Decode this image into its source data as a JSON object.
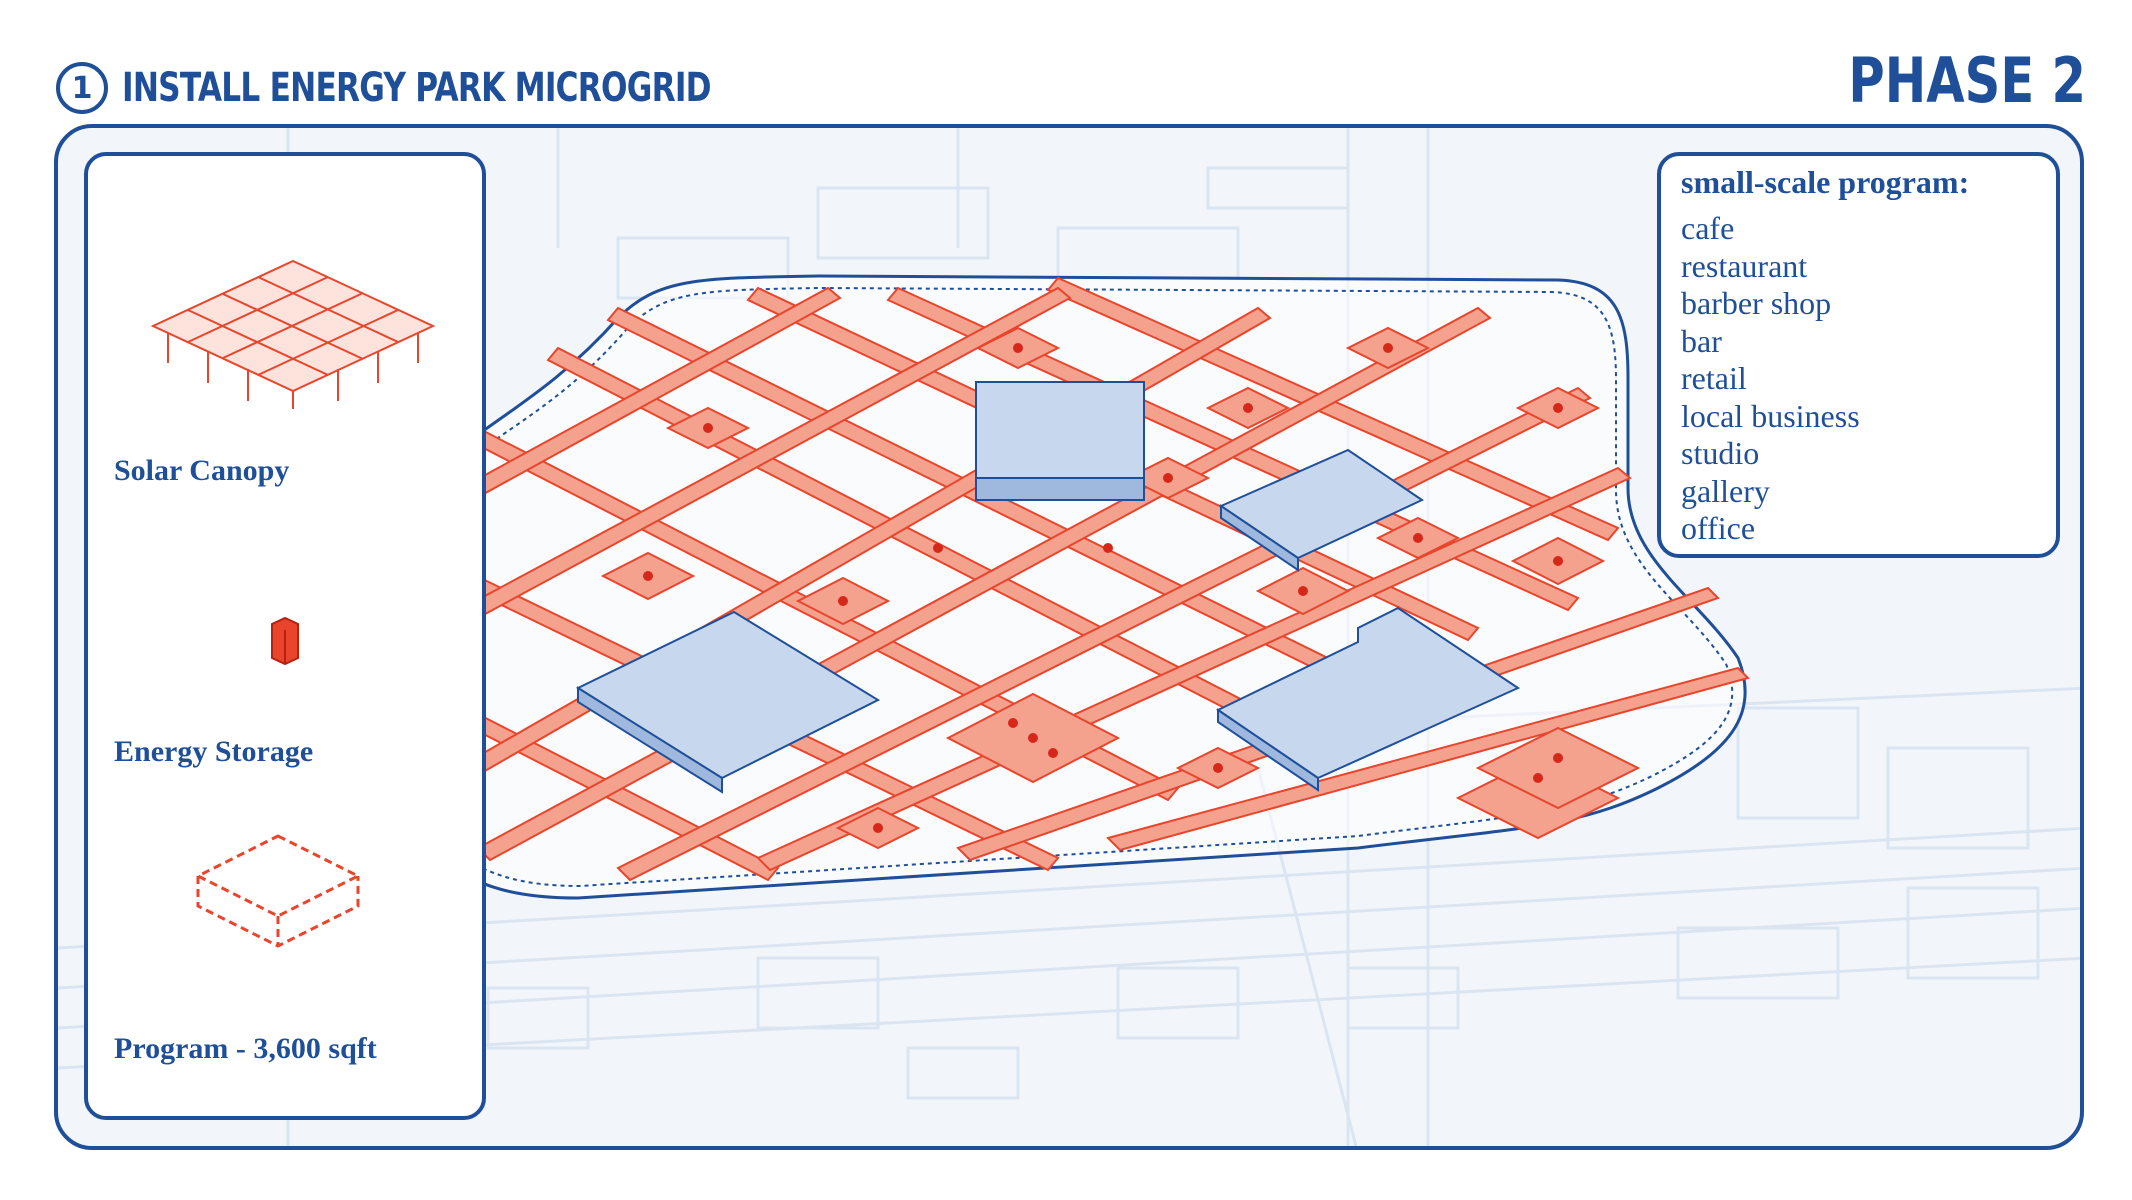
{
  "header": {
    "step_number": "1",
    "title": "INSTALL ENERGY PARK MICROGRID",
    "phase": "PHASE 2"
  },
  "legend": {
    "items": [
      {
        "label": "Solar Canopy",
        "icon": "solar-canopy-icon"
      },
      {
        "label": "Energy Storage",
        "icon": "battery-icon"
      },
      {
        "label": "Program - 3,600 sqft",
        "icon": "program-box-icon"
      }
    ]
  },
  "program": {
    "title": "small-scale program:",
    "items": [
      "cafe",
      "restaurant",
      "barber shop",
      "bar",
      "retail",
      "local business",
      "studio",
      "gallery",
      "office"
    ]
  },
  "colors": {
    "accent_blue": "#1f4f99",
    "canopy_red": "#e8452c",
    "canopy_fill": "#f4a28e",
    "building_blue": "#c7d7ee",
    "map_background": "#f2f6fb"
  }
}
